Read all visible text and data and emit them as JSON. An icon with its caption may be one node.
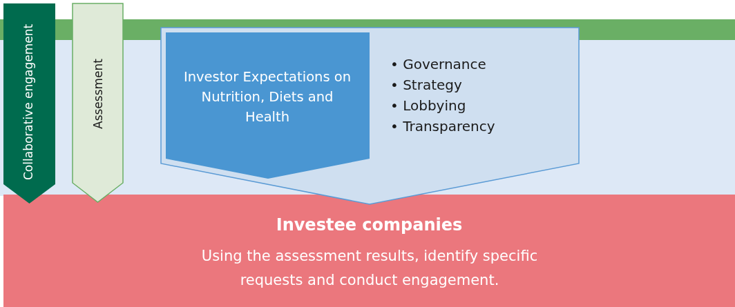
{
  "diagram": {
    "nodes": [
      {
        "text": [
          "Collaborative engagement"
        ]
      },
      {
        "text": [
          "Assessment"
        ]
      },
      {
        "text": [
          "• Governance",
          "• Strategy",
          "• Lobbying",
          "• Transparency"
        ]
      },
      {
        "text": [
          "Investor Expectations on Nutrition, Diets and Health"
        ],
        "in": 2
      },
      {
        "text": [
          "Investee companies",
          "Using the assessment results, identify specific requests and conduct engagement."
        ]
      }
    ]
  }
}
